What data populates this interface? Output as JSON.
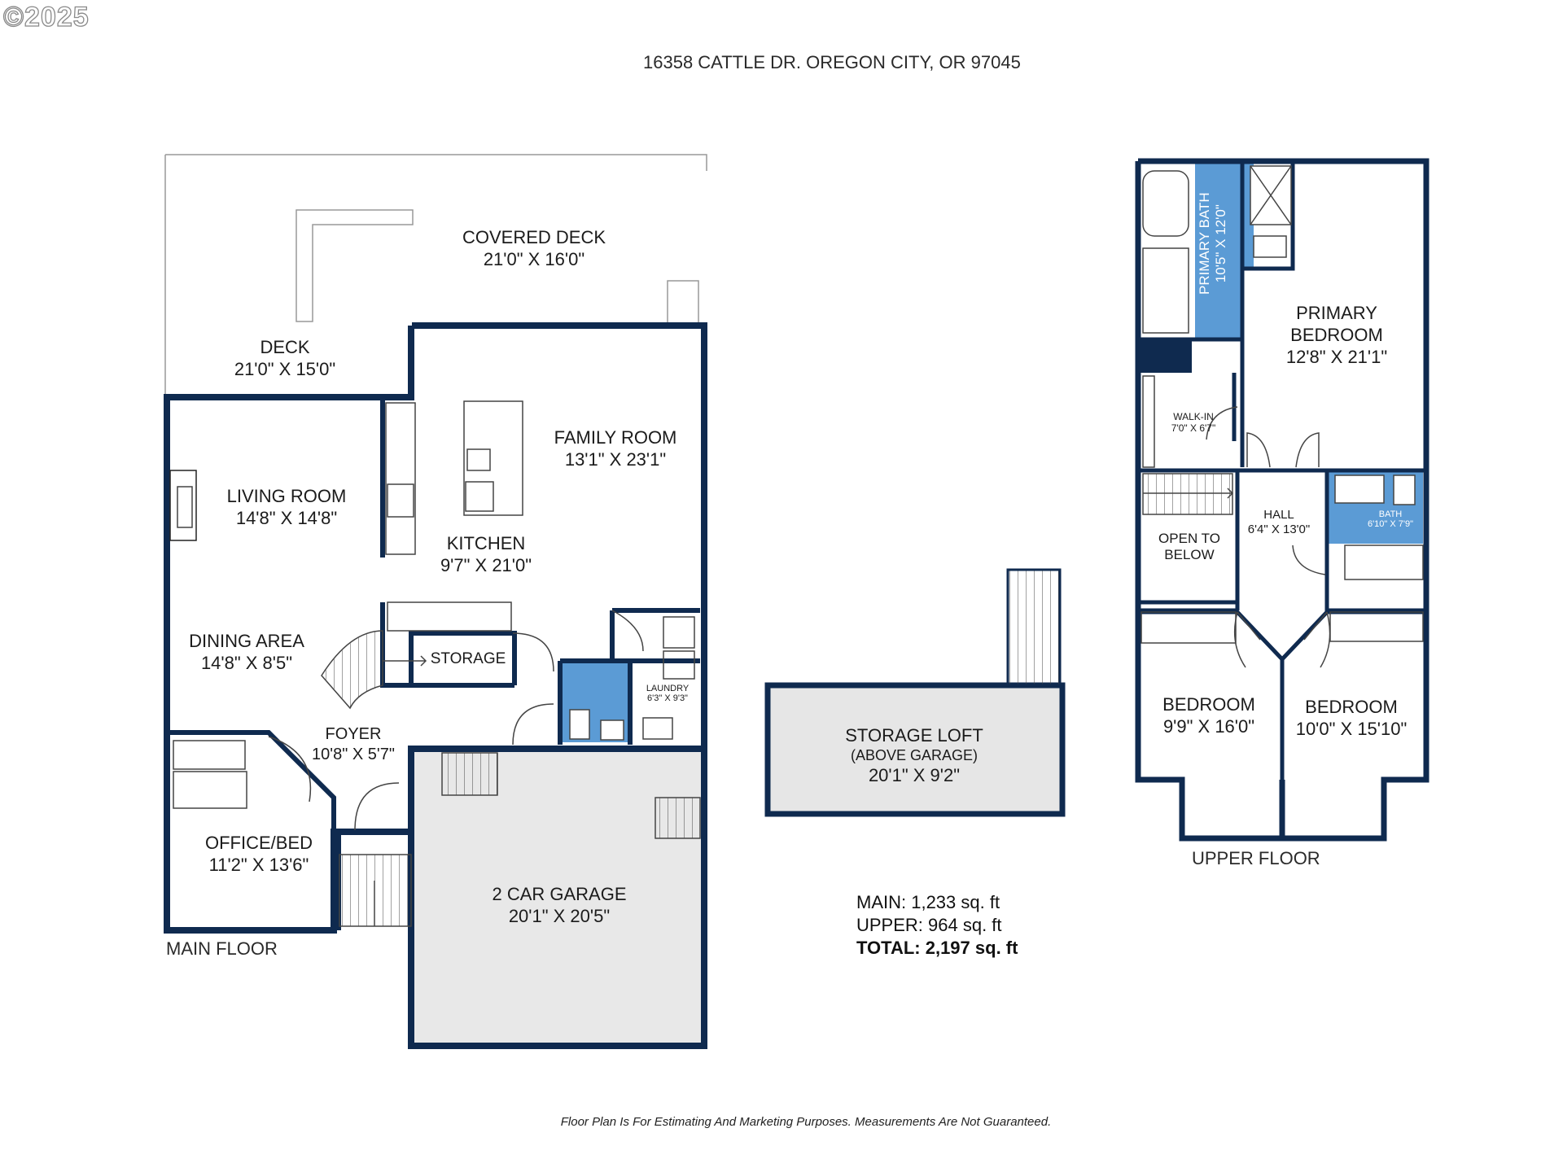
{
  "copyright": "©2025",
  "address": "16358 CATTLE DR. OREGON CITY, OR 97045",
  "rooms": {
    "covered_deck": {
      "name": "COVERED DECK",
      "dims": "21'0\" X 16'0\""
    },
    "deck": {
      "name": "DECK",
      "dims": "21'0\" X 15'0\""
    },
    "family_room": {
      "name": "FAMILY ROOM",
      "dims": "13'1\" X 23'1\""
    },
    "living_room": {
      "name": "LIVING ROOM",
      "dims": "14'8\" X 14'8\""
    },
    "kitchen": {
      "name": "KITCHEN",
      "dims": "9'7\" X 21'0\""
    },
    "dining_area": {
      "name": "DINING AREA",
      "dims": "14'8\" X 8'5\""
    },
    "storage": {
      "name": "STORAGE"
    },
    "laundry": {
      "name": "LAUNDRY",
      "dims": "6'3\" X 9'3\""
    },
    "foyer": {
      "name": "FOYER",
      "dims": "10'8\" X 5'7\""
    },
    "office_bed": {
      "name": "OFFICE/BED",
      "dims": "11'2\" X 13'6\""
    },
    "garage": {
      "name": "2 CAR GARAGE",
      "dims": "20'1\" X 20'5\""
    },
    "storage_loft": {
      "name": "STORAGE LOFT",
      "note": "(ABOVE GARAGE)",
      "dims": "20'1\" X 9'2\""
    },
    "primary_bath": {
      "name": "PRIMARY BATH",
      "dims": "10'5\" X 12'0\""
    },
    "primary_bedroom": {
      "name1": "PRIMARY",
      "name2": "BEDROOM",
      "dims": "12'8\" X 21'1\""
    },
    "walk_in": {
      "name": "WALK-IN",
      "dims": "7'0\" X 6'7\""
    },
    "hall": {
      "name": "HALL",
      "dims": "6'4\" X 13'0\""
    },
    "bath": {
      "name": "BATH",
      "dims": "6'10\" X 7'9\""
    },
    "open_to_below": {
      "line1": "OPEN TO",
      "line2": "BELOW"
    },
    "bedroom_left": {
      "name": "BEDROOM",
      "dims": "9'9\" X 16'0\""
    },
    "bedroom_right": {
      "name": "BEDROOM",
      "dims": "10'0\" X 15'10\""
    }
  },
  "floors": {
    "main": "MAIN FLOOR",
    "upper": "UPPER FLOOR"
  },
  "totals": {
    "main": "MAIN: 1,233 sq. ft",
    "upper": "UPPER: 964 sq. ft",
    "total": "TOTAL: 2,197 sq. ft"
  },
  "disclaimer": "Floor Plan Is For Estimating And Marketing Purposes. Measurements Are Not Guaranteed.",
  "colors": {
    "wall": "#0f2a4f",
    "bath_fill": "#5b9bd5",
    "garage_fill": "#e8e8e8",
    "loft_fill": "#e6e6e6"
  }
}
